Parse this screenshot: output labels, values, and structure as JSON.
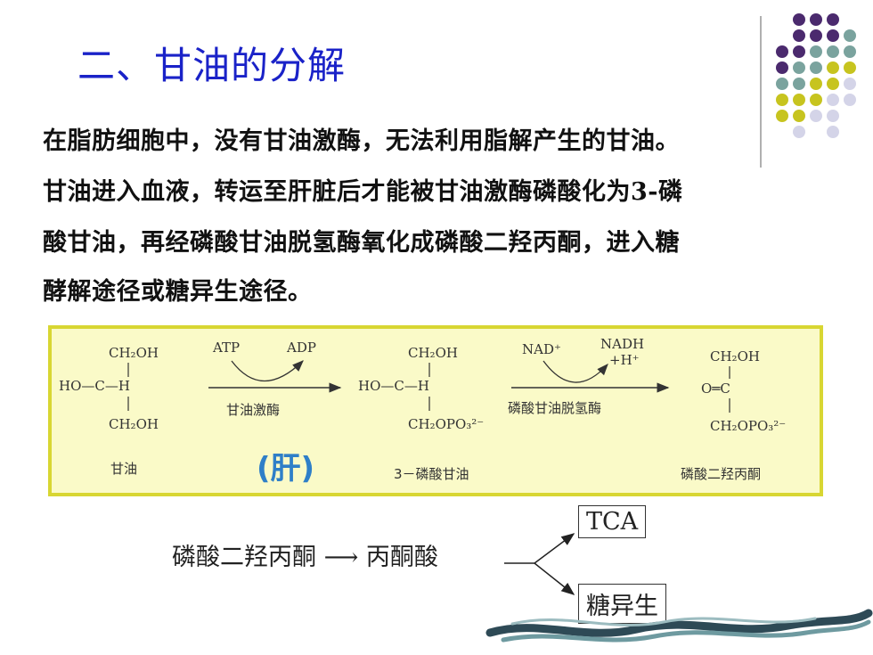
{
  "title": "二、甘油的分解",
  "paragraph": [
    "在脂肪细胞中，没有甘油激酶，无法利用脂解产生的甘油。",
    "甘油进入血液，转运至肝脏后才能被甘油激酶磷酸化为3-磷",
    "酸甘油，再经磷酸甘油脱氢酶氧化成磷酸二羟丙酮，进入糖",
    "酵解途径或糖异生途径。"
  ],
  "reaction": {
    "glycerol": {
      "top": "CH₂OH",
      "left": "HO—C—H",
      "bottom": "CH₂OH",
      "name": "甘油"
    },
    "step1": {
      "cofactor_in": "ATP",
      "cofactor_out": "ADP",
      "enzyme": "甘油激酶"
    },
    "g3p": {
      "top": "CH₂OH",
      "left": "HO—C—H",
      "bottom": "CH₂OPO₃²⁻",
      "name": "3－磷酸甘油"
    },
    "step2": {
      "cofactor_in": "NAD⁺",
      "cofactor_out": "NADH",
      "cofactor_out2": "+H⁺",
      "enzyme": "磷酸甘油脱氢酶"
    },
    "dhap": {
      "top": "CH₂OH",
      "middle": "O═C",
      "bottom": "CH₂OPO₃²⁻",
      "name": "磷酸二羟丙酮"
    },
    "liver": "(肝)"
  },
  "pathway": {
    "text": "磷酸二羟丙酮 ⟶ 丙酮酸",
    "branch_top": "TCA",
    "branch_bottom": "糖异生"
  },
  "colors": {
    "title": "#1a22c8",
    "box_fill": "#fafac8",
    "box_border": "#d8d632",
    "liver": "#2f7fc8",
    "dot_purple": "#4b2a6e",
    "dot_teal": "#7aa39e",
    "dot_yellow": "#c7c41f",
    "dot_lavender": "#d4d4e8"
  }
}
